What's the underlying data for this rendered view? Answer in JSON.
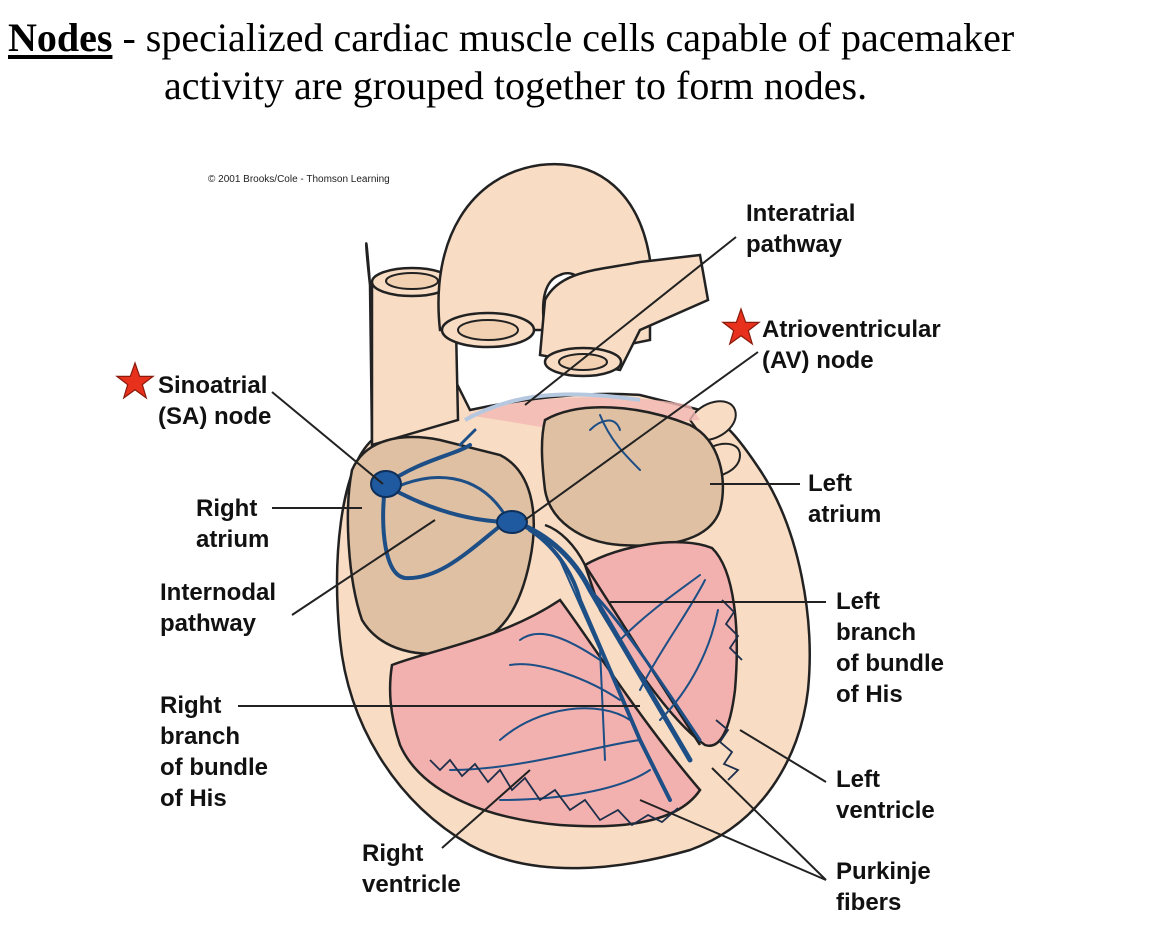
{
  "heading": {
    "term": "Nodes",
    "definition_line1": " - specialized cardiac muscle cells capable of pacemaker",
    "definition_line2": "activity are grouped together to form nodes."
  },
  "copyright": "© 2001 Brooks/Cole - Thomson Learning",
  "labels": {
    "interatrial": [
      "Interatrial",
      "pathway"
    ],
    "av_node": [
      "Atrioventricular",
      "(AV) node"
    ],
    "sa_node": [
      "Sinoatrial",
      "(SA) node"
    ],
    "right_atrium": [
      "Right",
      "atrium"
    ],
    "left_atrium": [
      "Left",
      "atrium"
    ],
    "internodal": [
      "Internodal",
      "pathway"
    ],
    "left_branch": [
      "Left",
      "branch",
      "of bundle",
      "of His"
    ],
    "right_branch": [
      "Right",
      "branch",
      "of bundle",
      "of His"
    ],
    "left_ventricle": [
      "Left",
      "ventricle"
    ],
    "right_ventricle": [
      "Right",
      "ventricle"
    ],
    "purkinje": [
      "Purkinje",
      "fibers"
    ]
  },
  "colors": {
    "heart_outer": "#f8dcc4",
    "atrium_fill": "#e0c0a3",
    "ventricle_fill": "#f2b1ae",
    "conduction": "#1d4f86",
    "node": "#1f5aa0",
    "star": "#e8311d",
    "outline": "#222222"
  }
}
